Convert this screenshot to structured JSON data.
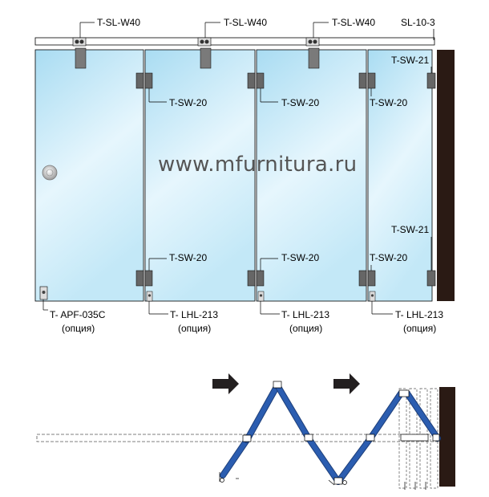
{
  "watermark": "www.mfurnitura.ru",
  "labels": {
    "top_slider_1": "T-SL-W40",
    "top_slider_2": "T-SL-W40",
    "top_slider_3": "T-SL-W40",
    "rail": "SL-10-3",
    "hinge_top_1": "T-SW-20",
    "hinge_top_2": "T-SW-20",
    "hinge_top_3": "T-SW-20",
    "wall_hinge_top": "T-SW-21",
    "wall_hinge_bottom": "T-SW-21",
    "hinge_bottom_1": "T-SW-20",
    "hinge_bottom_2": "T-SW-20",
    "hinge_bottom_3": "T-SW-20",
    "floor_lock": "T- APF-035C",
    "floor_lock_note": "(опция)",
    "latch_1": "T- LHL-213",
    "latch_1_note": "(опция)",
    "latch_2": "T- LHL-213",
    "latch_2_note": "(опция)",
    "latch_3": "T- LHL-213",
    "latch_3_note": "(опция)"
  },
  "colors": {
    "glass_light": "#eaf7fd",
    "glass_mid": "#b9e3f5",
    "wall": "#2a1a14",
    "panel_blue": "#2b5db0",
    "arrow": "#231f20",
    "line": "#000000"
  }
}
